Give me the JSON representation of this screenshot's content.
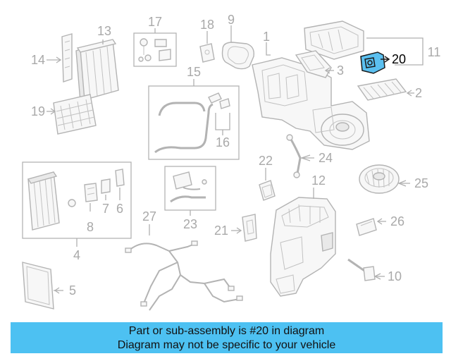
{
  "diagram": {
    "callouts": [
      {
        "id": "1",
        "label": "1"
      },
      {
        "id": "2",
        "label": "2"
      },
      {
        "id": "3",
        "label": "3"
      },
      {
        "id": "4",
        "label": "4"
      },
      {
        "id": "5",
        "label": "5"
      },
      {
        "id": "6",
        "label": "6"
      },
      {
        "id": "7",
        "label": "7"
      },
      {
        "id": "8",
        "label": "8"
      },
      {
        "id": "9",
        "label": "9"
      },
      {
        "id": "10",
        "label": "10"
      },
      {
        "id": "11",
        "label": "11"
      },
      {
        "id": "12",
        "label": "12"
      },
      {
        "id": "13",
        "label": "13"
      },
      {
        "id": "14",
        "label": "14"
      },
      {
        "id": "15",
        "label": "15"
      },
      {
        "id": "16",
        "label": "16"
      },
      {
        "id": "17",
        "label": "17"
      },
      {
        "id": "18",
        "label": "18"
      },
      {
        "id": "19",
        "label": "19"
      },
      {
        "id": "20",
        "label": "20"
      },
      {
        "id": "21",
        "label": "21"
      },
      {
        "id": "22",
        "label": "22"
      },
      {
        "id": "23",
        "label": "23"
      },
      {
        "id": "24",
        "label": "24"
      },
      {
        "id": "25",
        "label": "25"
      },
      {
        "id": "26",
        "label": "26"
      },
      {
        "id": "27",
        "label": "27"
      }
    ],
    "highlighted_part": "20",
    "highlight_color": "#5bc0f0"
  },
  "banner": {
    "line1": "Part or sub-assembly is #20 in diagram",
    "line2": "Diagram may not be specific to your vehicle",
    "background_color": "#4dc1f2"
  }
}
